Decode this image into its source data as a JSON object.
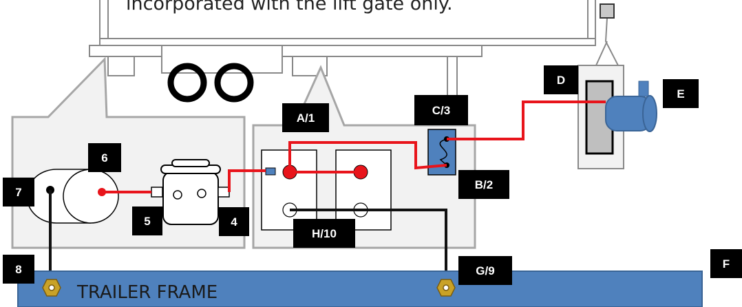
{
  "note_text": "incorporated with the lift gate only.",
  "frame_label": "TRAILER FRAME",
  "labels": {
    "A": "A/1",
    "B": "B/2",
    "C": "C/3",
    "D": "D",
    "E": "E",
    "F": "F",
    "G": "G/9",
    "H": "H/10",
    "n4": "4",
    "n5": "5",
    "n6": "6",
    "n7": "7",
    "n8": "8"
  },
  "colors": {
    "positive_wire": "#e8141b",
    "ground_wire": "#111111",
    "frame": "#4f81bd",
    "callout_fill": "#f2f2f2",
    "label_bg": "#000000",
    "pump_motor": "#4f81bd",
    "bolt": "#c9a227"
  }
}
